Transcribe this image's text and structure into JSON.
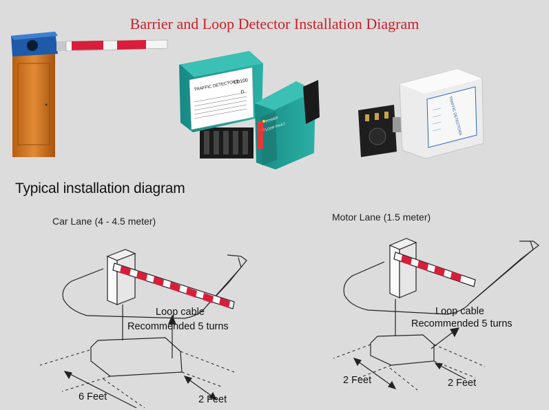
{
  "title": "Barrier and Loop Detector Installation Diagram",
  "subtitle": "Typical installation diagram",
  "car_lane": {
    "label": "Car Lane (4 - 4.5 meter)",
    "loop_cable": "Loop cable",
    "recommend": "Recommended 5 turns",
    "dim_long": "6 Feet",
    "dim_short": "2 Feet"
  },
  "motor_lane": {
    "label": "Motor Lane (1.5 meter)",
    "loop_cable": "Loop cable",
    "recommend": "Recommended 5 turns",
    "dim_long": "2 Feet",
    "dim_short": "2 Feet"
  },
  "detector1": {
    "brand": "TRAFFIC DETECTORS",
    "model": "LD100",
    "variant": "D",
    "front_top": "POWER",
    "front_mid": "LOOP FAULT"
  },
  "detector2": {
    "brand": "TRAFFIC DETECTORS"
  },
  "colors": {
    "title": "#c8202a",
    "cabinet": "#d2731f",
    "detector_green": "#1f9a93",
    "stripe_red": "#d81e3a"
  }
}
